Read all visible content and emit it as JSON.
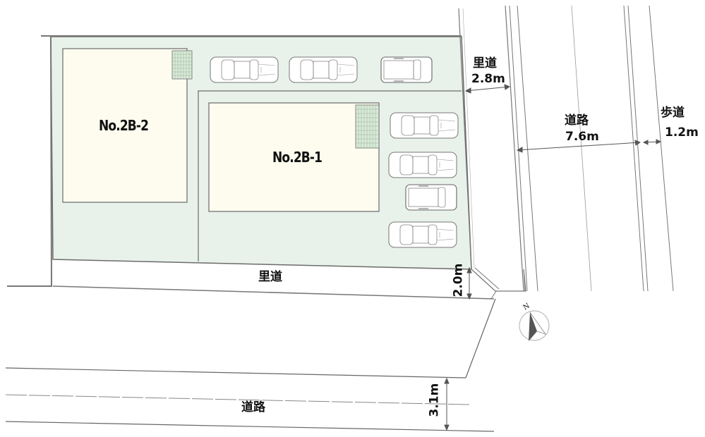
{
  "plan": {
    "lots": [
      {
        "id": "lot-2b-2",
        "label": "No.2B-2"
      },
      {
        "id": "lot-2b-1",
        "label": "No.2B-1"
      }
    ],
    "roads": {
      "east_lane": {
        "name": "里道",
        "width": "2.8m"
      },
      "east_road": {
        "name": "道路",
        "width": "7.6m"
      },
      "east_sidewalk": {
        "name": "歩道",
        "width": "1.2m"
      },
      "south_lane": {
        "name": "里道",
        "width": "2.0m"
      },
      "south_road": {
        "name": "道路",
        "width": "3.1m"
      }
    },
    "compass": {
      "label": "N"
    },
    "parking_spaces": 7
  },
  "colors": {
    "site_fill": "#e8f2ea",
    "building_fill": "#fdfcef",
    "line": "#6b6b6b"
  }
}
